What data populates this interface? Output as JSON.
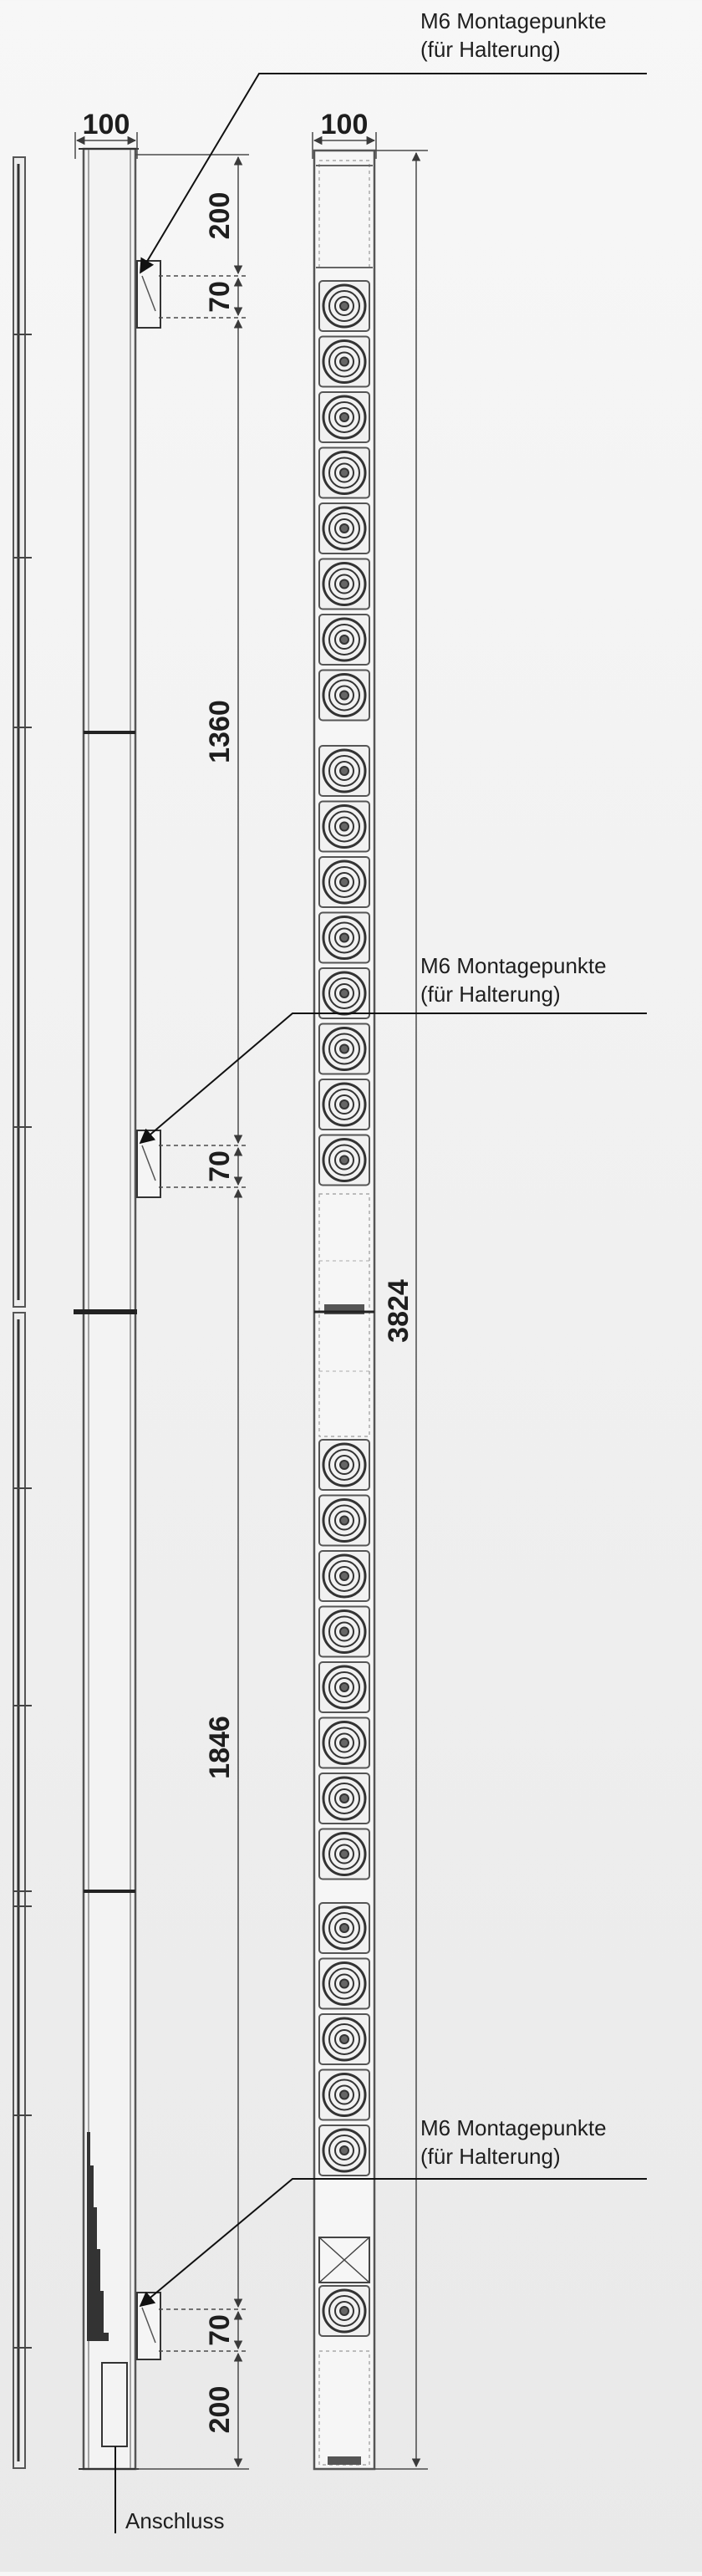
{
  "callouts": [
    {
      "line1": "M6 Montagepunkte",
      "line2": "(für Halterung)"
    },
    {
      "line1": "M6 Montagepunkte",
      "line2": "(für Halterung)"
    },
    {
      "line1": "M6 Montagepunkte",
      "line2": "(für Halterung)"
    }
  ],
  "connection_label": "Anschluss",
  "dimensions": {
    "side_width": "100",
    "front_width": "100",
    "top_offset": "200",
    "bracket_1": "70",
    "upper_span": "1360",
    "bracket_2": "70",
    "lower_span": "1846",
    "bracket_3": "70",
    "bottom_offset": "200",
    "total_height": "3824"
  },
  "colors": {
    "line": "#3a3a3a",
    "frame": "#555555",
    "dim_line": "#4a4a4a",
    "driver_fill": "#f1f1f1"
  },
  "drivers": {
    "upper_group_count": 16,
    "lower_group_count": 14
  }
}
